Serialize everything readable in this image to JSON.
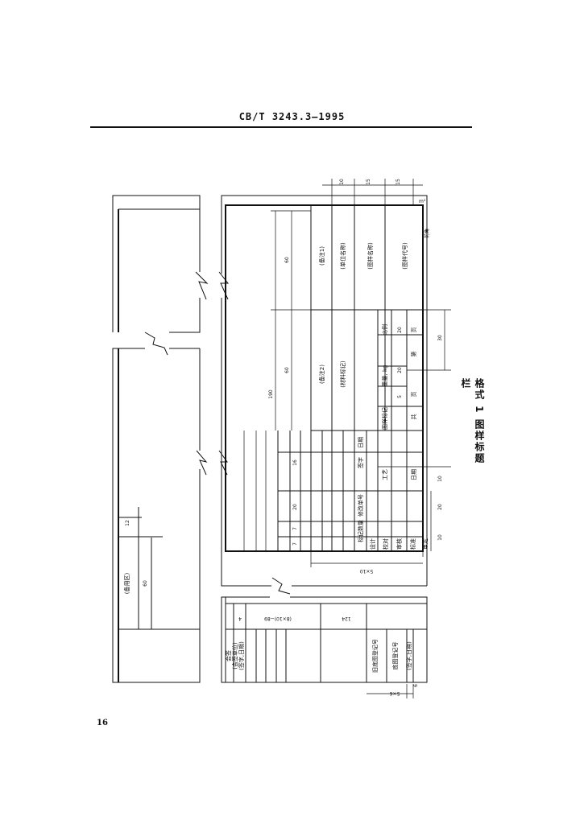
{
  "header": {
    "standard_number": "CB/T 3243.3—1995"
  },
  "page": {
    "number": "16"
  },
  "caption": "格式 1 图样标题栏",
  "title_block": {
    "remark1": "(备注1)",
    "unit_name": "(单位名称)",
    "drawing_name": "(图样名称)",
    "drawing_code": "(图样代号)",
    "remark2": "(备注2)",
    "material_mark": "(材料标记)",
    "mark_label": "图样标记",
    "weight_label": "重量, kg",
    "scale_label": "比例",
    "total_label": "共",
    "sheet_label": "页",
    "page_label": "第",
    "page2_label": "页",
    "sign_label": "签字",
    "date_label": "日期",
    "count_label": "标记数量",
    "revision_label": "修改单号",
    "design": "设计",
    "check": "校对",
    "review": "审核",
    "standardize": "标准",
    "approve": "审定",
    "process": "工艺",
    "date2": "日期",
    "corner": "m²",
    "side_mark": "前角"
  },
  "dims": {
    "d10": "10",
    "d15": "15",
    "d15b": "15",
    "d60": "60",
    "d60b": "60",
    "d190": "190",
    "d20": "20",
    "d30": "30",
    "d5": "5",
    "d7": "7",
    "d7b": "7",
    "d20b": "20",
    "d16": "16",
    "d10b": "10",
    "d20c": "20",
    "d10c": "10",
    "d5x10": "5×10",
    "d12": "12",
    "d60c": "60",
    "d8x10": "(8×10)−89",
    "d124": "124",
    "d4": "4",
    "d5x6": "5×6",
    "d6": "6"
  },
  "left_strip": {
    "label": "(备用区)"
  },
  "bottom_block": {
    "labels": [
      "会签",
      "(会签单位)",
      "(签字,日期)"
    ],
    "reg1": "旧底图登记号",
    "reg2": "底图登记号",
    "reg3": "(签字,日期)"
  }
}
